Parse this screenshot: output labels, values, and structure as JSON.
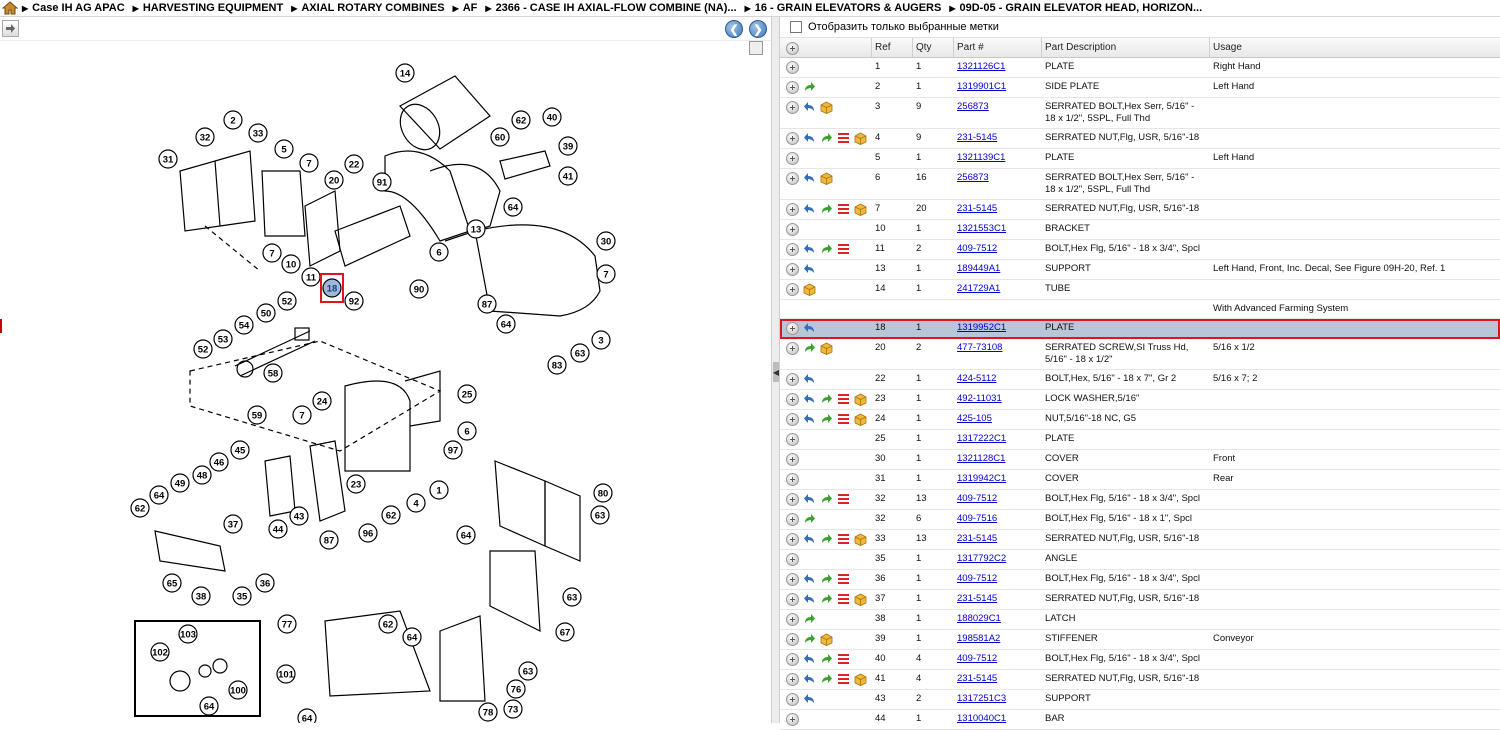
{
  "breadcrumb": {
    "items": [
      "Case IH AG APAC",
      "HARVESTING EQUIPMENT",
      "AXIAL ROTARY COMBINES",
      "AF",
      "2366 - CASE IH AXIAL-FLOW COMBINE (NA)...",
      "16 - GRAIN ELEVATORS & AUGERS",
      "09D-05 - GRAIN ELEVATOR HEAD, HORIZON..."
    ]
  },
  "filter": {
    "label": "Отобразить только выбранные метки",
    "checked": false
  },
  "columns": [
    "Ref",
    "Qty",
    "Part #",
    "Part Description",
    "Usage"
  ],
  "diagram": {
    "highlighted_callout": "18",
    "callouts": [
      "14",
      "2",
      "32",
      "33",
      "5",
      "31",
      "7",
      "22",
      "20",
      "91",
      "62",
      "40",
      "60",
      "39",
      "41",
      "64",
      "13",
      "6",
      "10",
      "11",
      "7",
      "90",
      "18",
      "92",
      "30",
      "7",
      "87",
      "64",
      "3",
      "83",
      "63",
      "52",
      "50",
      "54",
      "53",
      "52",
      "58",
      "25",
      "6",
      "97",
      "24",
      "7",
      "1",
      "59",
      "45",
      "46",
      "48",
      "49",
      "64",
      "62",
      "43",
      "23",
      "4",
      "96",
      "87",
      "62",
      "80",
      "63",
      "44",
      "37",
      "36",
      "35",
      "38",
      "65",
      "64",
      "63",
      "67",
      "64",
      "63",
      "76",
      "73",
      "78",
      "62",
      "77",
      "101",
      "103",
      "102",
      "100",
      "64",
      "64"
    ]
  },
  "parts": [
    {
      "icons": [
        "add"
      ],
      "ref": "1",
      "qty": "1",
      "part": "1321126C1",
      "desc": "PLATE",
      "usage": "Right Hand"
    },
    {
      "icons": [
        "add",
        "fwd"
      ],
      "ref": "2",
      "qty": "1",
      "part": "1319901C1",
      "desc": "SIDE PLATE",
      "usage": "Left Hand"
    },
    {
      "icons": [
        "add",
        "back",
        "box"
      ],
      "ref": "3",
      "qty": "9",
      "part": "256873",
      "desc": "SERRATED BOLT,Hex Serr, 5/16\" - 18 x 1/2\", 5SPL, Full Thd",
      "usage": ""
    },
    {
      "icons": [
        "add",
        "back",
        "fwd",
        "list",
        "box"
      ],
      "ref": "4",
      "qty": "9",
      "part": "231-5145",
      "desc": "SERRATED NUT,Flg, USR, 5/16\"-18",
      "usage": ""
    },
    {
      "icons": [
        "add"
      ],
      "ref": "5",
      "qty": "1",
      "part": "1321139C1",
      "desc": "PLATE",
      "usage": "Left Hand"
    },
    {
      "icons": [
        "add",
        "back",
        "box"
      ],
      "ref": "6",
      "qty": "16",
      "part": "256873",
      "desc": "SERRATED BOLT,Hex Serr, 5/16\" - 18 x 1/2\", 5SPL, Full Thd",
      "usage": ""
    },
    {
      "icons": [
        "add",
        "back",
        "fwd",
        "list",
        "box"
      ],
      "ref": "7",
      "qty": "20",
      "part": "231-5145",
      "desc": "SERRATED NUT,Flg, USR, 5/16\"-18",
      "usage": ""
    },
    {
      "icons": [
        "add"
      ],
      "ref": "10",
      "qty": "1",
      "part": "1321553C1",
      "desc": "BRACKET",
      "usage": ""
    },
    {
      "icons": [
        "add",
        "back",
        "fwd",
        "list"
      ],
      "ref": "11",
      "qty": "2",
      "part": "409-7512",
      "desc": "BOLT,Hex Flg, 5/16\" - 18 x 3/4\", Spcl",
      "usage": ""
    },
    {
      "icons": [
        "add",
        "back"
      ],
      "ref": "13",
      "qty": "1",
      "part": "189449A1",
      "desc": "SUPPORT",
      "usage": "Left Hand, Front, Inc. Decal, See Figure 09H-20, Ref. 1"
    },
    {
      "icons": [
        "add",
        "box"
      ],
      "ref": "14",
      "qty": "1",
      "part": "241729A1",
      "desc": "TUBE",
      "usage": ""
    },
    {
      "icons": [],
      "ref": "",
      "qty": "",
      "part": "",
      "desc": "",
      "usage": "With Advanced Farming System"
    },
    {
      "icons": [
        "add",
        "back"
      ],
      "ref": "18",
      "qty": "1",
      "part": "1319952C1",
      "desc": "PLATE",
      "usage": "",
      "selected": true
    },
    {
      "icons": [
        "add",
        "fwd",
        "box"
      ],
      "ref": "20",
      "qty": "2",
      "part": "477-73108",
      "desc": "SERRATED SCREW,SI Truss Hd, 5/16\" - 18 x 1/2\"",
      "usage": "5/16 x 1/2"
    },
    {
      "icons": [
        "add",
        "back"
      ],
      "ref": "22",
      "qty": "1",
      "part": "424-5112",
      "desc": "BOLT,Hex, 5/16\" - 18 x 7\", Gr 2",
      "usage": "5/16 x 7; 2"
    },
    {
      "icons": [
        "add",
        "back",
        "fwd",
        "list",
        "box"
      ],
      "ref": "23",
      "qty": "1",
      "part": "492-11031",
      "desc": "LOCK WASHER,5/16\"",
      "usage": ""
    },
    {
      "icons": [
        "add",
        "back",
        "fwd",
        "list",
        "box"
      ],
      "ref": "24",
      "qty": "1",
      "part": "425-105",
      "desc": "NUT,5/16\"-18 NC, G5",
      "usage": ""
    },
    {
      "icons": [
        "add"
      ],
      "ref": "25",
      "qty": "1",
      "part": "1317222C1",
      "desc": "PLATE",
      "usage": ""
    },
    {
      "icons": [
        "add"
      ],
      "ref": "30",
      "qty": "1",
      "part": "1321128C1",
      "desc": "COVER",
      "usage": "Front"
    },
    {
      "icons": [
        "add"
      ],
      "ref": "31",
      "qty": "1",
      "part": "1319942C1",
      "desc": "COVER",
      "usage": "Rear"
    },
    {
      "icons": [
        "add",
        "back",
        "fwd",
        "list"
      ],
      "ref": "32",
      "qty": "13",
      "part": "409-7512",
      "desc": "BOLT,Hex Flg, 5/16\" - 18 x 3/4\", Spcl",
      "usage": ""
    },
    {
      "icons": [
        "add",
        "fwd"
      ],
      "ref": "32",
      "qty": "6",
      "part": "409-7516",
      "desc": "BOLT,Hex Flg, 5/16\" - 18 x 1\", Spcl",
      "usage": ""
    },
    {
      "icons": [
        "add",
        "back",
        "fwd",
        "list",
        "box"
      ],
      "ref": "33",
      "qty": "13",
      "part": "231-5145",
      "desc": "SERRATED NUT,Flg, USR, 5/16\"-18",
      "usage": ""
    },
    {
      "icons": [
        "add"
      ],
      "ref": "35",
      "qty": "1",
      "part": "1317792C2",
      "desc": "ANGLE",
      "usage": ""
    },
    {
      "icons": [
        "add",
        "back",
        "fwd",
        "list"
      ],
      "ref": "36",
      "qty": "1",
      "part": "409-7512",
      "desc": "BOLT,Hex Flg, 5/16\" - 18 x 3/4\", Spcl",
      "usage": ""
    },
    {
      "icons": [
        "add",
        "back",
        "fwd",
        "list",
        "box"
      ],
      "ref": "37",
      "qty": "1",
      "part": "231-5145",
      "desc": "SERRATED NUT,Flg, USR, 5/16\"-18",
      "usage": ""
    },
    {
      "icons": [
        "add",
        "fwd"
      ],
      "ref": "38",
      "qty": "1",
      "part": "188029C1",
      "desc": "LATCH",
      "usage": ""
    },
    {
      "icons": [
        "add",
        "fwd",
        "box"
      ],
      "ref": "39",
      "qty": "1",
      "part": "198581A2",
      "desc": "STIFFENER",
      "usage": "Conveyor"
    },
    {
      "icons": [
        "add",
        "back",
        "fwd",
        "list"
      ],
      "ref": "40",
      "qty": "4",
      "part": "409-7512",
      "desc": "BOLT,Hex Flg, 5/16\" - 18 x 3/4\", Spcl",
      "usage": ""
    },
    {
      "icons": [
        "add",
        "back",
        "fwd",
        "list",
        "box"
      ],
      "ref": "41",
      "qty": "4",
      "part": "231-5145",
      "desc": "SERRATED NUT,Flg, USR, 5/16\"-18",
      "usage": ""
    },
    {
      "icons": [
        "add",
        "back"
      ],
      "ref": "43",
      "qty": "2",
      "part": "1317251C3",
      "desc": "SUPPORT",
      "usage": ""
    },
    {
      "icons": [
        "add"
      ],
      "ref": "44",
      "qty": "1",
      "part": "1310040C1",
      "desc": "BAR",
      "usage": ""
    }
  ],
  "colors": {
    "selected_row": "#b8c7d8",
    "highlight": "#e0141e",
    "link": "#0000cc"
  }
}
